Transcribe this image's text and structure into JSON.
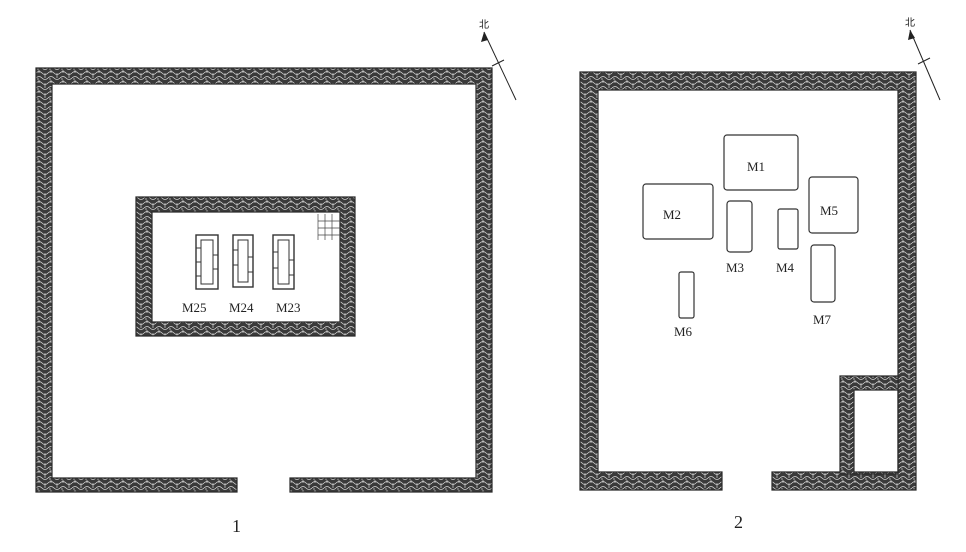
{
  "figures": [
    {
      "number": "1",
      "north": "北",
      "graves": [
        {
          "id": "M25",
          "label": "M25"
        },
        {
          "id": "M24",
          "label": "M24"
        },
        {
          "id": "M23",
          "label": "M23"
        }
      ]
    },
    {
      "number": "2",
      "north": "北",
      "graves": [
        {
          "id": "M1",
          "label": "M1"
        },
        {
          "id": "M2",
          "label": "M2"
        },
        {
          "id": "M3",
          "label": "M3"
        },
        {
          "id": "M4",
          "label": "M4"
        },
        {
          "id": "M5",
          "label": "M5"
        },
        {
          "id": "M6",
          "label": "M6"
        },
        {
          "id": "M7",
          "label": "M7"
        }
      ]
    }
  ]
}
